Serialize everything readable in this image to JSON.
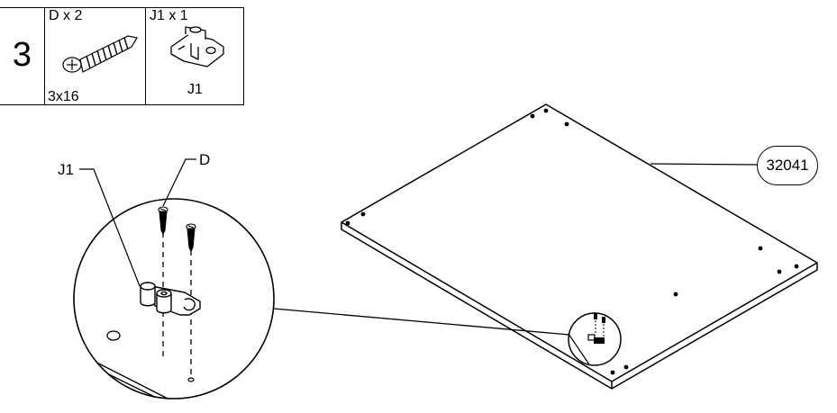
{
  "step": {
    "number": "3"
  },
  "parts": {
    "screw": {
      "quantity_label": "D x 2",
      "size_label": "3x16",
      "icon": "screw-icon"
    },
    "clip": {
      "quantity_label": "J1 x 1",
      "part_label": "J1",
      "icon": "cam-clip-icon"
    }
  },
  "callouts": {
    "clip_label": "J1",
    "screw_label": "D"
  },
  "panel": {
    "part_code": "32041"
  }
}
